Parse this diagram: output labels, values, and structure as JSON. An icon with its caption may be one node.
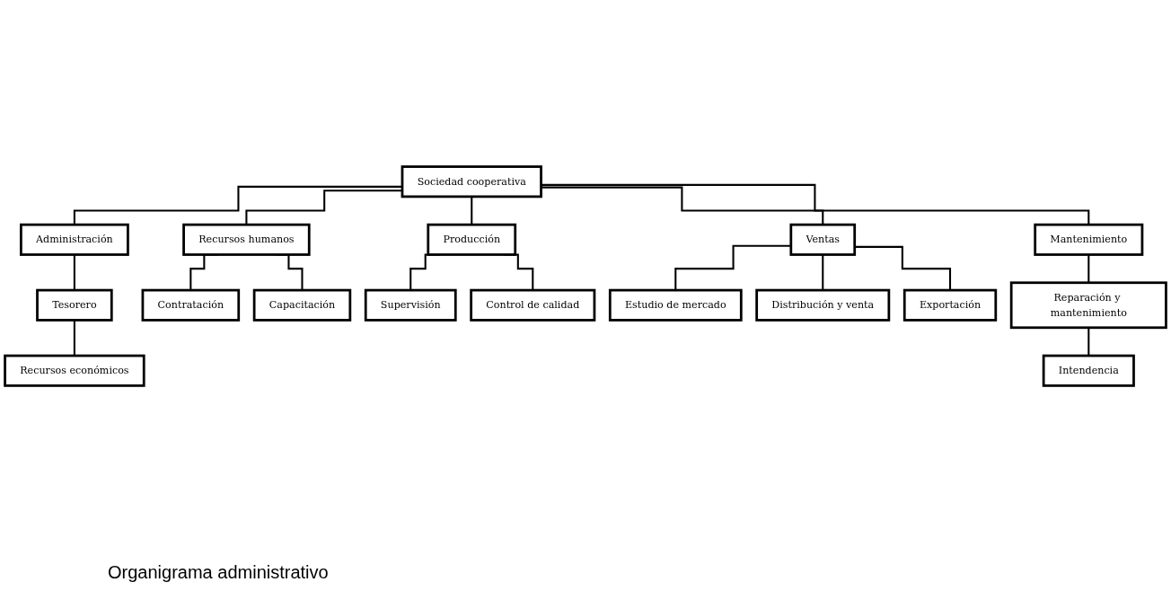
{
  "diagram": {
    "caption": "Organigrama administrativo",
    "nodes": [
      {
        "text": [
          "Sociedad cooperativa"
        ]
      },
      {
        "text": [
          "Administración"
        ]
      },
      {
        "text": [
          "Recursos humanos"
        ]
      },
      {
        "text": [
          "Producción"
        ]
      },
      {
        "text": [
          "Ventas"
        ]
      },
      {
        "text": [
          "Mantenimiento"
        ]
      },
      {
        "text": [
          "Tesorero"
        ]
      },
      {
        "text": [
          "Recursos económicos"
        ]
      },
      {
        "text": [
          "Contratación"
        ]
      },
      {
        "text": [
          "Capacitación"
        ]
      },
      {
        "text": [
          "Supervisión"
        ]
      },
      {
        "text": [
          "Control de calidad"
        ]
      },
      {
        "text": [
          "Estudio de mercado"
        ]
      },
      {
        "text": [
          "Distribución y venta"
        ]
      },
      {
        "text": [
          "Exportación"
        ]
      },
      {
        "text": [
          "Reparación y mantenimiento"
        ]
      },
      {
        "text": [
          "Intendencia"
        ]
      }
    ],
    "edges": [
      {
        "from": 0,
        "to": 1,
        "arrow": "none"
      },
      {
        "from": 0,
        "to": 2,
        "arrow": "none"
      },
      {
        "from": 0,
        "to": 3,
        "arrow": "none"
      },
      {
        "from": 0,
        "to": 4,
        "arrow": "none"
      },
      {
        "from": 0,
        "to": 5,
        "arrow": "none"
      },
      {
        "from": 1,
        "to": 6,
        "arrow": "none"
      },
      {
        "from": 6,
        "to": 7,
        "arrow": "none"
      },
      {
        "from": 2,
        "to": 8,
        "arrow": "none"
      },
      {
        "from": 2,
        "to": 9,
        "arrow": "none"
      },
      {
        "from": 3,
        "to": 10,
        "arrow": "none"
      },
      {
        "from": 3,
        "to": 11,
        "arrow": "none"
      },
      {
        "from": 4,
        "to": 12,
        "arrow": "none"
      },
      {
        "from": 4,
        "to": 13,
        "arrow": "none"
      },
      {
        "from": 4,
        "to": 14,
        "arrow": "none"
      },
      {
        "from": 5,
        "to": 15,
        "arrow": "none"
      },
      {
        "from": 15,
        "to": 16,
        "arrow": "none"
      }
    ]
  }
}
